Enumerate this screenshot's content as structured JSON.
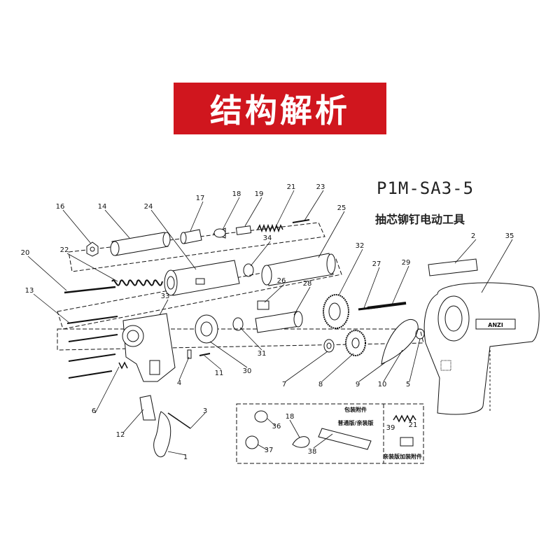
{
  "banner": {
    "title": "结构解析",
    "bg_color": "#d0161e",
    "text_color": "#ffffff"
  },
  "model": "P1M-SA3-5",
  "subtitle": "抽芯铆钉电动工具",
  "brand": "ANZI",
  "accessories": {
    "standard_label": "包装附件",
    "normal_label": "普通版/亲装版",
    "deluxe_label": "亲装版加装附件"
  },
  "callouts": [
    {
      "id": "16",
      "num": "16"
    },
    {
      "id": "14",
      "num": "14"
    },
    {
      "id": "24",
      "num": "24"
    },
    {
      "id": "17",
      "num": "17"
    },
    {
      "id": "18",
      "num": "18"
    },
    {
      "id": "19",
      "num": "19"
    },
    {
      "id": "21",
      "num": "21"
    },
    {
      "id": "23",
      "num": "23"
    },
    {
      "id": "25",
      "num": "25"
    },
    {
      "id": "34",
      "num": "34"
    },
    {
      "id": "20",
      "num": "20"
    },
    {
      "id": "22",
      "num": "22"
    },
    {
      "id": "32",
      "num": "32"
    },
    {
      "id": "27",
      "num": "27"
    },
    {
      "id": "29",
      "num": "29"
    },
    {
      "id": "2",
      "num": "2"
    },
    {
      "id": "35",
      "num": "35"
    },
    {
      "id": "13",
      "num": "13"
    },
    {
      "id": "33",
      "num": "33"
    },
    {
      "id": "26",
      "num": "26"
    },
    {
      "id": "28",
      "num": "28"
    },
    {
      "id": "31",
      "num": "31"
    },
    {
      "id": "30",
      "num": "30"
    },
    {
      "id": "11",
      "num": "11"
    },
    {
      "id": "4",
      "num": "4"
    },
    {
      "id": "7",
      "num": "7"
    },
    {
      "id": "8",
      "num": "8"
    },
    {
      "id": "9",
      "num": "9"
    },
    {
      "id": "10",
      "num": "10"
    },
    {
      "id": "5",
      "num": "5"
    },
    {
      "id": "6",
      "num": "6"
    },
    {
      "id": "12",
      "num": "12"
    },
    {
      "id": "3",
      "num": "3"
    },
    {
      "id": "1",
      "num": "1"
    },
    {
      "id": "36",
      "num": "36"
    },
    {
      "id": "18b",
      "num": "18"
    },
    {
      "id": "21b",
      "num": "21"
    },
    {
      "id": "39",
      "num": "39"
    },
    {
      "id": "37",
      "num": "37"
    },
    {
      "id": "38",
      "num": "38"
    }
  ]
}
